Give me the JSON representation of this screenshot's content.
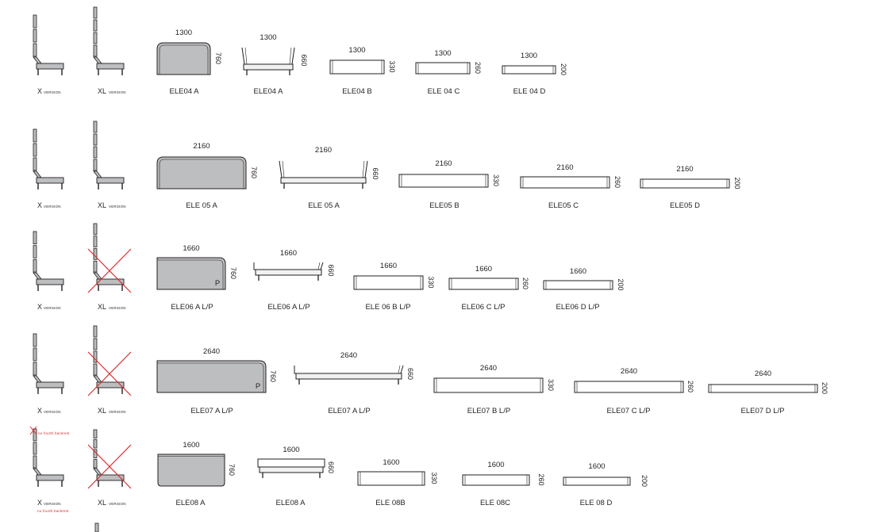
{
  "versions": {
    "x_big": "X",
    "xl_big": "XL",
    "small": "VERSION"
  },
  "note": {
    "no_fourth_backrest": "no fourth backrest",
    "red_color": "#d92b2b"
  },
  "colors": {
    "line": "#231f20",
    "fill_gray": "#bcbec0",
    "fill_light": "#f1f1f2"
  },
  "rows": [
    {
      "xl_available": true,
      "note": false,
      "elements": [
        {
          "type": "panel",
          "width": "1300",
          "height": "760",
          "label": "ELE04 A"
        },
        {
          "type": "sofa",
          "width": "1300",
          "height": "660",
          "label": "ELE04 A"
        },
        {
          "type": "box",
          "width": "1300",
          "height": "330",
          "label": "ELE04 B"
        },
        {
          "type": "box",
          "width": "1300",
          "height": "260",
          "label": "ELE 04 C"
        },
        {
          "type": "box",
          "width": "1300",
          "height": "200",
          "label": "ELE 04 D"
        }
      ]
    },
    {
      "xl_available": true,
      "note": false,
      "elements": [
        {
          "type": "panel",
          "width": "2160",
          "height": "760",
          "label": "ELE 05 A"
        },
        {
          "type": "sofa",
          "width": "2160",
          "height": "660",
          "label": "ELE 05 A"
        },
        {
          "type": "box",
          "width": "2160",
          "height": "330",
          "label": "ELE05 B"
        },
        {
          "type": "box",
          "width": "2160",
          "height": "260",
          "label": "ELE05 C"
        },
        {
          "type": "box",
          "width": "2160",
          "height": "200",
          "label": "ELE05 D"
        }
      ]
    },
    {
      "xl_available": false,
      "note": false,
      "elements": [
        {
          "type": "panel-p",
          "width": "1660",
          "height": "760",
          "label": "ELE06 A L/P",
          "mark": "P"
        },
        {
          "type": "sofa-p",
          "width": "1660",
          "height": "660",
          "label": "ELE06 A L/P"
        },
        {
          "type": "box",
          "width": "1660",
          "height": "330",
          "label": "ELE 06 B L/P"
        },
        {
          "type": "box",
          "width": "1660",
          "height": "260",
          "label": "ELE06 C L/P"
        },
        {
          "type": "box",
          "width": "1660",
          "height": "200",
          "label": "ELE06 D L/P"
        }
      ]
    },
    {
      "xl_available": false,
      "note": false,
      "elements": [
        {
          "type": "panel-p",
          "width": "2640",
          "height": "760",
          "label": "ELE07 A L/P",
          "mark": "P"
        },
        {
          "type": "sofa-p",
          "width": "2640",
          "height": "660",
          "label": "ELE07 A L/P"
        },
        {
          "type": "box",
          "width": "2640",
          "height": "330",
          "label": "ELE07 B L/P"
        },
        {
          "type": "box",
          "width": "2640",
          "height": "260",
          "label": "ELE07 C L/P"
        },
        {
          "type": "box",
          "width": "2640",
          "height": "200",
          "label": "ELE07 D L/P"
        }
      ]
    },
    {
      "xl_available": false,
      "note": true,
      "elements": [
        {
          "type": "panel-flat",
          "width": "1600",
          "height": "760",
          "label": "ELE08 A"
        },
        {
          "type": "sofa-flat",
          "width": "1600",
          "height": "660",
          "label": "ELE08 A"
        },
        {
          "type": "box",
          "width": "1600",
          "height": "330",
          "label": "ELE 08B"
        },
        {
          "type": "box",
          "width": "1600",
          "height": "260",
          "label": "ELE 08C"
        },
        {
          "type": "box",
          "width": "1600",
          "height": "200",
          "label": "ELE 08 D"
        }
      ]
    }
  ]
}
